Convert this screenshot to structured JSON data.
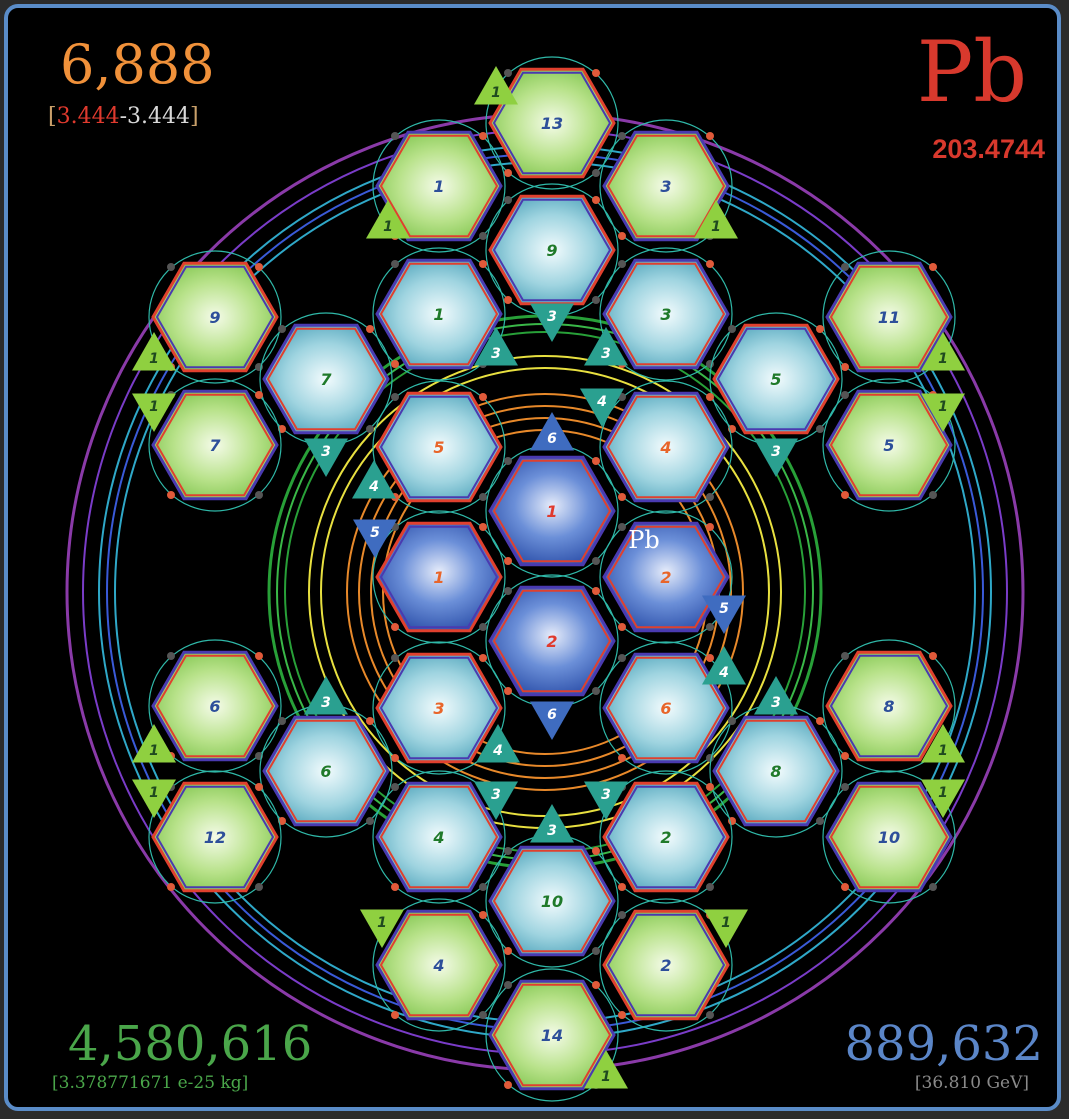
{
  "header": {
    "total_value": "6,888",
    "range_open": "[",
    "range_red": "3.444",
    "range_sep": "-",
    "range_white": "3.444",
    "range_close": "]"
  },
  "element": {
    "symbol": "Pb",
    "atomic_mass": "203.4744",
    "label_on_hex": "Pb"
  },
  "footer": {
    "left_value": "4,580,616",
    "left_mass": "[3.378771671 e-25 kg]",
    "right_value": "889,632",
    "right_energy": "[36.810 GeV]"
  },
  "colors": {
    "frame_border": "#5a8cc8",
    "orange": "#f0913a",
    "red": "#d8392d",
    "green": "#4aa64a",
    "blue": "#5b86c8",
    "hex_green": "#8fd060",
    "hex_cyan": "#5fb4c8",
    "hex_blue": "#3b63b8",
    "tri_green": "#8fd040",
    "tri_teal": "#2aa090",
    "tri_blue": "#3f6cc0"
  },
  "hexagons": [
    {
      "label": "13",
      "kind": "green",
      "numColor": "#2d4f9a"
    },
    {
      "label": "1",
      "kind": "green",
      "numColor": "#2d4f9a"
    },
    {
      "label": "3",
      "kind": "green",
      "numColor": "#2d4f9a"
    },
    {
      "label": "9",
      "kind": "cyan",
      "numColor": "#1f7a2a"
    },
    {
      "label": "1",
      "kind": "cyan",
      "numColor": "#1f7a2a"
    },
    {
      "label": "3",
      "kind": "cyan",
      "numColor": "#1f7a2a"
    },
    {
      "label": "9",
      "kind": "green",
      "numColor": "#2d4f9a"
    },
    {
      "label": "11",
      "kind": "green",
      "numColor": "#2d4f9a"
    },
    {
      "label": "7",
      "kind": "cyan",
      "numColor": "#1f7a2a"
    },
    {
      "label": "5",
      "kind": "cyan",
      "numColor": "#1f7a2a"
    },
    {
      "label": "7",
      "kind": "green",
      "numColor": "#2d4f9a"
    },
    {
      "label": "5",
      "kind": "green",
      "numColor": "#2d4f9a"
    },
    {
      "label": "5",
      "kind": "cyan",
      "numColor": "#e8652a"
    },
    {
      "label": "4",
      "kind": "cyan",
      "numColor": "#e8652a"
    },
    {
      "label": "1",
      "kind": "blue",
      "numColor": "#e03a2e"
    },
    {
      "label": "1",
      "kind": "blue",
      "numColor": "#e8652a"
    },
    {
      "label": "2",
      "kind": "blue",
      "numColor": "#e8652a"
    },
    {
      "label": "2",
      "kind": "blue",
      "numColor": "#e03a2e"
    },
    {
      "label": "3",
      "kind": "cyan",
      "numColor": "#e8652a"
    },
    {
      "label": "6",
      "kind": "cyan",
      "numColor": "#e8652a"
    },
    {
      "label": "6",
      "kind": "green",
      "numColor": "#2d4f9a"
    },
    {
      "label": "8",
      "kind": "green",
      "numColor": "#2d4f9a"
    },
    {
      "label": "6",
      "kind": "cyan",
      "numColor": "#1f7a2a"
    },
    {
      "label": "8",
      "kind": "cyan",
      "numColor": "#1f7a2a"
    },
    {
      "label": "12",
      "kind": "green",
      "numColor": "#2d4f9a"
    },
    {
      "label": "10",
      "kind": "green",
      "numColor": "#2d4f9a"
    },
    {
      "label": "4",
      "kind": "cyan",
      "numColor": "#1f7a2a"
    },
    {
      "label": "2",
      "kind": "cyan",
      "numColor": "#1f7a2a"
    },
    {
      "label": "10",
      "kind": "cyan",
      "numColor": "#1f7a2a"
    },
    {
      "label": "4",
      "kind": "green",
      "numColor": "#2d4f9a"
    },
    {
      "label": "2",
      "kind": "green",
      "numColor": "#2d4f9a"
    },
    {
      "label": "14",
      "kind": "green",
      "numColor": "#2d4f9a"
    }
  ],
  "triangles": [
    {
      "label": "1",
      "kind": "green"
    },
    {
      "label": "1",
      "kind": "green"
    },
    {
      "label": "1",
      "kind": "green"
    },
    {
      "label": "3",
      "kind": "teal"
    },
    {
      "label": "3",
      "kind": "teal"
    },
    {
      "label": "3",
      "kind": "teal"
    },
    {
      "label": "1",
      "kind": "green"
    },
    {
      "label": "1",
      "kind": "green"
    },
    {
      "label": "1",
      "kind": "green"
    },
    {
      "label": "1",
      "kind": "green"
    },
    {
      "label": "3",
      "kind": "teal"
    },
    {
      "label": "3",
      "kind": "teal"
    },
    {
      "label": "4",
      "kind": "teal"
    },
    {
      "label": "4",
      "kind": "teal"
    },
    {
      "label": "6",
      "kind": "blue"
    },
    {
      "label": "5",
      "kind": "blue"
    },
    {
      "label": "5",
      "kind": "blue"
    },
    {
      "label": "6",
      "kind": "blue"
    },
    {
      "label": "4",
      "kind": "teal"
    },
    {
      "label": "4",
      "kind": "teal"
    },
    {
      "label": "3",
      "kind": "teal"
    },
    {
      "label": "3",
      "kind": "teal"
    },
    {
      "label": "1",
      "kind": "green"
    },
    {
      "label": "1",
      "kind": "green"
    },
    {
      "label": "1",
      "kind": "green"
    },
    {
      "label": "1",
      "kind": "green"
    },
    {
      "label": "3",
      "kind": "teal"
    },
    {
      "label": "3",
      "kind": "teal"
    },
    {
      "label": "3",
      "kind": "teal"
    },
    {
      "label": "1",
      "kind": "green"
    },
    {
      "label": "1",
      "kind": "green"
    },
    {
      "label": "1",
      "kind": "green"
    }
  ]
}
